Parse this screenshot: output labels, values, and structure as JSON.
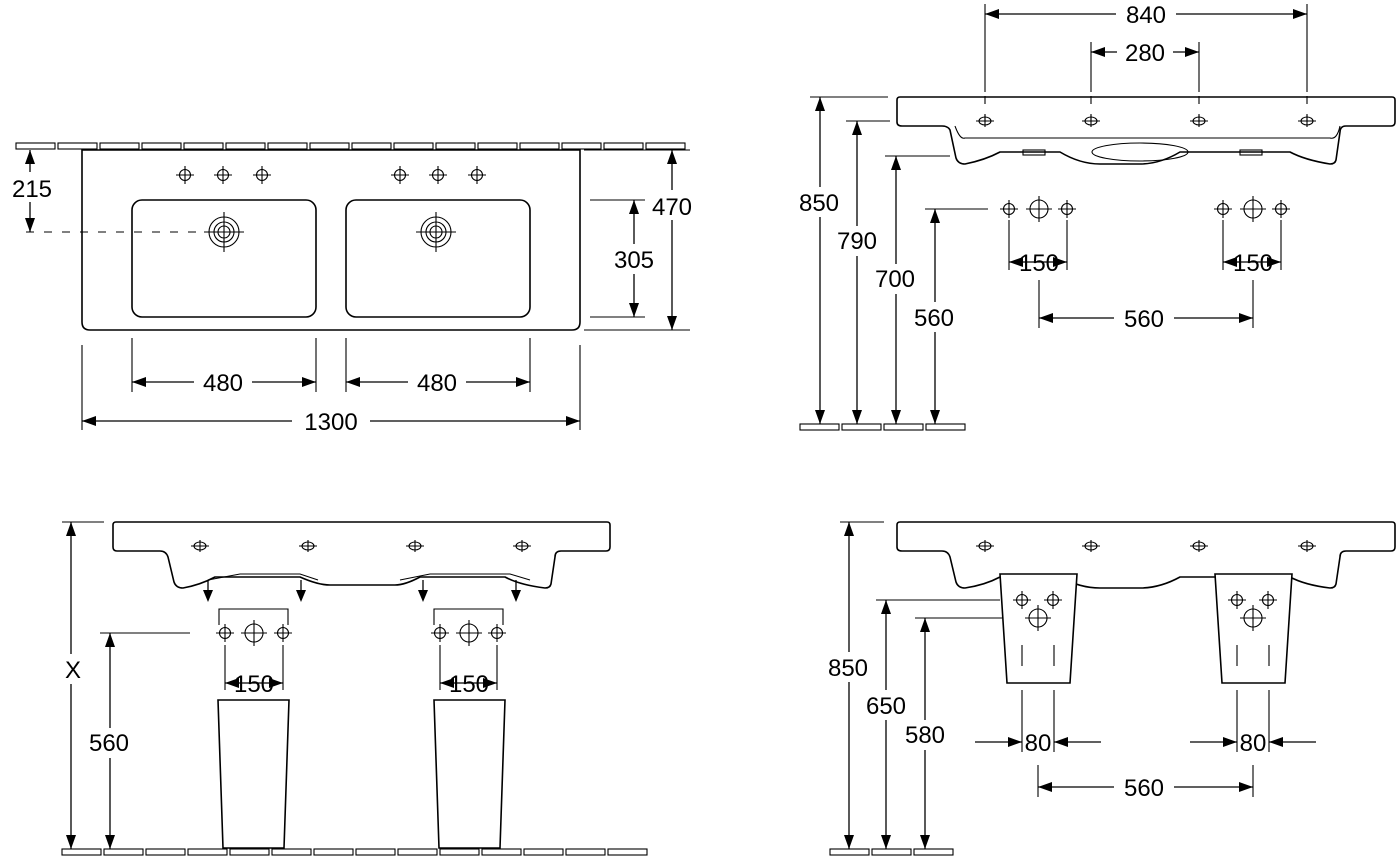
{
  "drawing": {
    "top_view": {
      "d_215": "215",
      "d_470": "470",
      "d_305": "305",
      "d_480_left": "480",
      "d_480_right": "480",
      "d_1300": "1300"
    },
    "side_view": {
      "d_840": "840",
      "d_280": "280",
      "d_850": "850",
      "d_790": "790",
      "d_700": "700",
      "d_560_height": "560",
      "d_150_left": "150",
      "d_150_right": "150",
      "d_560_spacing": "560"
    },
    "pedestal_view": {
      "d_x": "X",
      "d_560_height": "560",
      "d_150_left": "150",
      "d_150_right": "150"
    },
    "semi_pedestal_view": {
      "d_850": "850",
      "d_650": "650",
      "d_580": "580",
      "d_80_left": "80",
      "d_80_right": "80",
      "d_560_spacing": "560"
    }
  }
}
